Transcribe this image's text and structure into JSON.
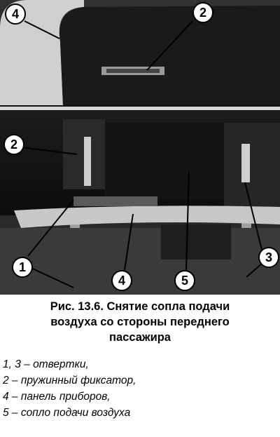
{
  "figure": {
    "callouts": [
      "4",
      "2",
      "2",
      "1",
      "4",
      "5",
      "3"
    ],
    "caption_lines": [
      "Рис. 13.6. Снятие сопла подачи",
      "воздуха со стороны переднего",
      "пассажира"
    ],
    "legend": [
      "1, 3 – отвертки,",
      "2 – пружинный фиксатор,",
      "4 – панель приборов,",
      "5 – сопло подачи воздуха"
    ]
  }
}
